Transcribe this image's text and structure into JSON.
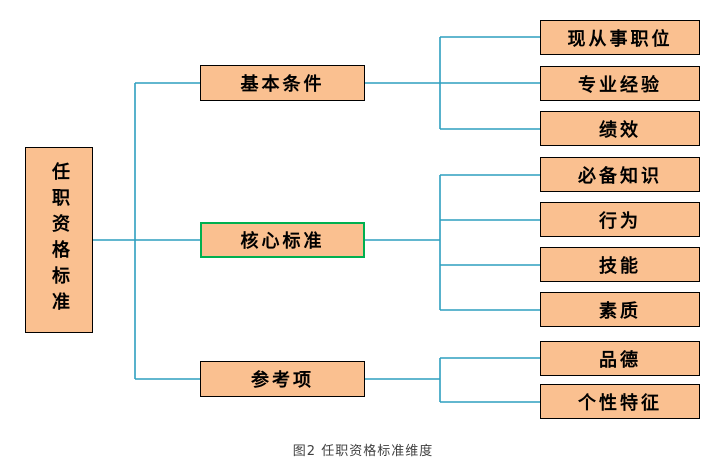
{
  "colors": {
    "box-fill": "#FAC090",
    "box-border": "#000000",
    "core-border": "#00B050",
    "line-color": "#2E9FBF",
    "caption-color": "#404040"
  },
  "diagram": {
    "root": {
      "label": "任职资格标准"
    },
    "branches": [
      {
        "label": "基本条件",
        "children": [
          {
            "label": "现从事职位"
          },
          {
            "label": "专业经验"
          },
          {
            "label": "绩效"
          }
        ]
      },
      {
        "label": "核心标准",
        "children": [
          {
            "label": "必备知识"
          },
          {
            "label": "行为"
          },
          {
            "label": "技能"
          },
          {
            "label": "素质"
          }
        ]
      },
      {
        "label": "参考项",
        "children": [
          {
            "label": "品德"
          },
          {
            "label": "个性特征"
          }
        ]
      }
    ]
  },
  "caption": {
    "text": "图2 任职资格标准维度"
  }
}
